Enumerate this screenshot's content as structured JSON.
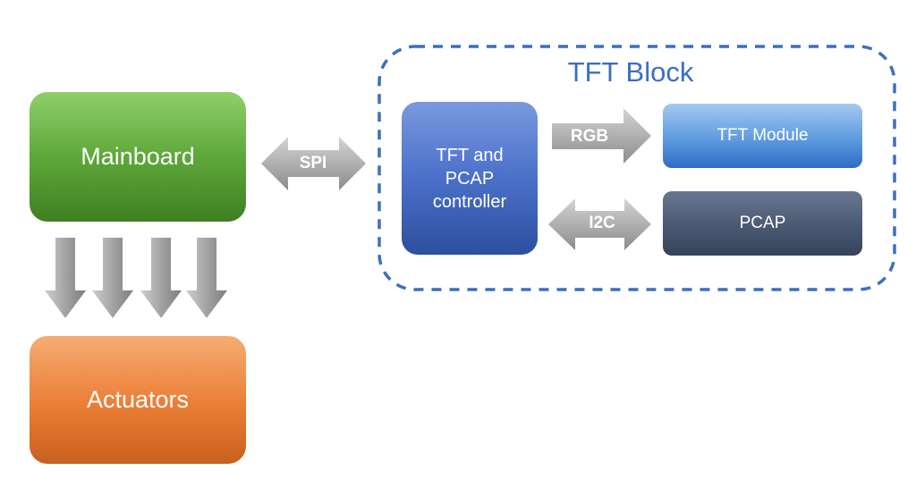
{
  "diagram": {
    "tft_block": {
      "title": "TFT Block"
    },
    "nodes": {
      "mainboard": {
        "label": "Mainboard",
        "color": "#5ea83a"
      },
      "actuators": {
        "label": "Actuators",
        "color": "#ea7d35"
      },
      "controller": {
        "label_lines": [
          "TFT and",
          "PCAP",
          "controller"
        ],
        "color": "#4a70c9"
      },
      "tft_module": {
        "label": "TFT Module",
        "color": "#5f9be0"
      },
      "pcap": {
        "label": "PCAP",
        "color": "#4d5b75"
      }
    },
    "connections": {
      "spi": {
        "label": "SPI",
        "from": "Mainboard",
        "to": "TFT and PCAP controller",
        "direction": "bidirectional"
      },
      "rgb": {
        "label": "RGB",
        "from": "TFT and PCAP controller",
        "to": "TFT Module",
        "direction": "one-way"
      },
      "i2c": {
        "label": "I2C",
        "from": "TFT and PCAP controller",
        "to": "PCAP",
        "direction": "bidirectional"
      },
      "actuator_links": {
        "from": "Mainboard",
        "to": "Actuators",
        "direction": "down",
        "count": 4
      }
    },
    "colors": {
      "dashed_border": "#3b6fc0",
      "arrow_gray": "#a6a6a6"
    }
  }
}
